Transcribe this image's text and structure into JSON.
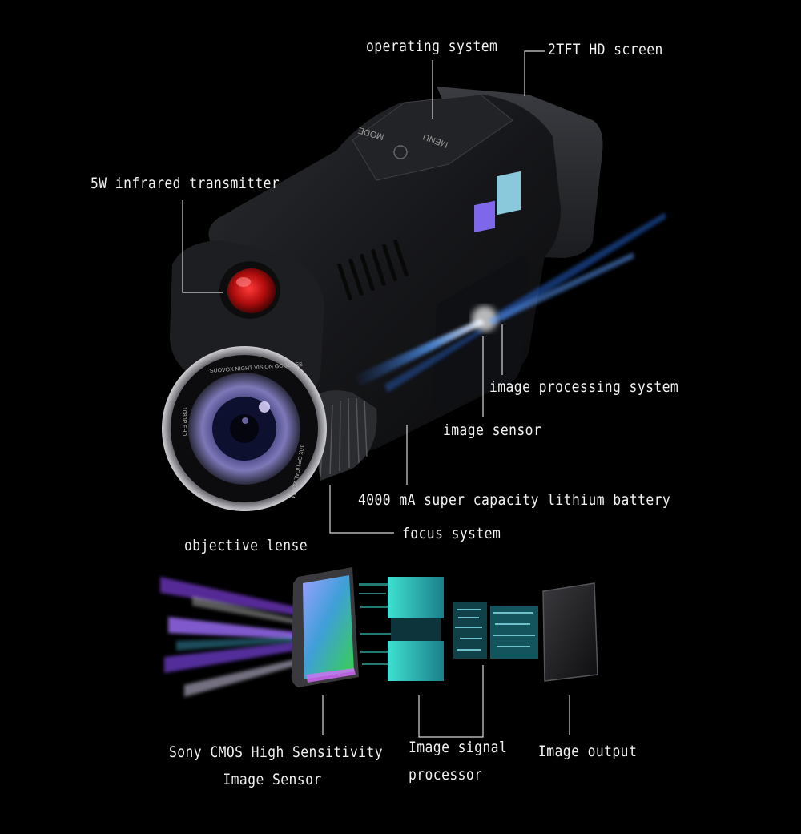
{
  "labels": {
    "operating_system": "operating system",
    "screen": "2TFT HD screen",
    "infrared": "5W infrared transmitter",
    "image_processing": "image processing system",
    "image_sensor": "image sensor",
    "battery": "4000 mA super capacity lithium battery",
    "focus": "focus system",
    "objective": "objective lense",
    "cmos_line1": "Sony CMOS High Sensitivity",
    "cmos_line2": "Image Sensor",
    "isp_line1": "Image signal",
    "isp_line2": "processor",
    "output": "Image output"
  },
  "device_markings": {
    "button_mode": "MODE",
    "button_menu": "MENU",
    "lens_ring": "SUOVOX NIGHT VISION GOGGLES",
    "lens_zoom": "10X OPTICAL ZOOM",
    "lens_res": "1080P FHD"
  },
  "colors": {
    "background": "#000000",
    "label_text": "#f2f2f2",
    "leader_line": "#d9d9d9",
    "ir_led": "#c81414",
    "sensor_glow": "#34d8c8",
    "beam_blue": "#2f7bff"
  }
}
